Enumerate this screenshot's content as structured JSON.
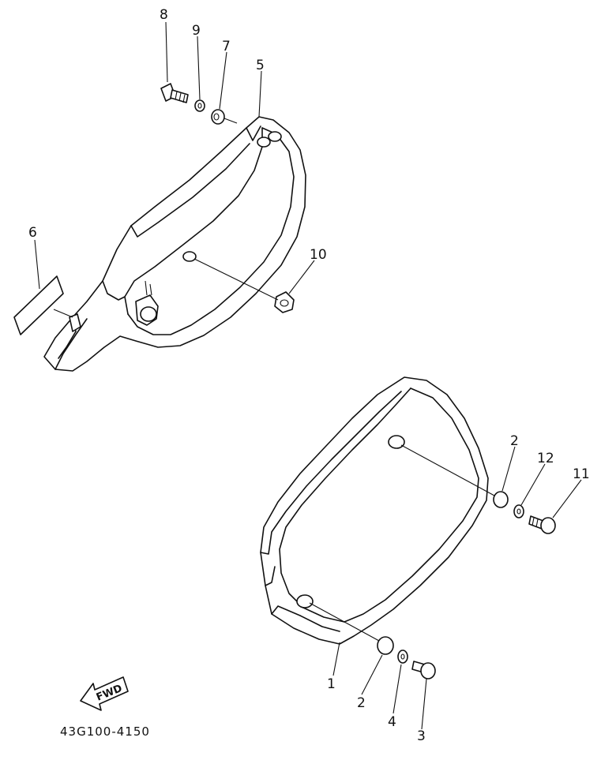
{
  "diagram": {
    "part_code": "43G100-4150",
    "direction_label": "FWD",
    "callouts": [
      {
        "id": "c8",
        "label": "8"
      },
      {
        "id": "c9",
        "label": "9"
      },
      {
        "id": "c7",
        "label": "7"
      },
      {
        "id": "c5",
        "label": "5"
      },
      {
        "id": "c6",
        "label": "6"
      },
      {
        "id": "c10",
        "label": "10"
      },
      {
        "id": "c2a",
        "label": "2"
      },
      {
        "id": "c12",
        "label": "12"
      },
      {
        "id": "c11",
        "label": "11"
      },
      {
        "id": "c1",
        "label": "1"
      },
      {
        "id": "c2b",
        "label": "2"
      },
      {
        "id": "c4",
        "label": "4"
      },
      {
        "id": "c3",
        "label": "3"
      }
    ]
  }
}
